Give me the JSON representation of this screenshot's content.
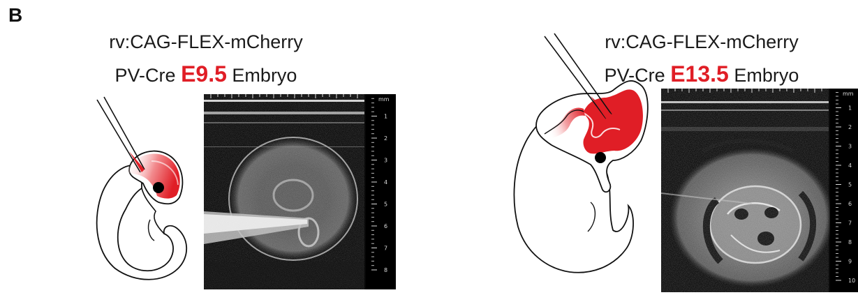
{
  "panel_label": "B",
  "left": {
    "construct": "rv:CAG-FLEX-mCherry",
    "line_prefix": "PV-Cre",
    "stage": "E9.5",
    "line_suffix": "Embryo",
    "scale_unit": "mm",
    "depth_ticks": [
      "1",
      "2",
      "3",
      "4",
      "5",
      "6",
      "7",
      "8"
    ]
  },
  "right": {
    "construct": "rv:CAG-FLEX-mCherry",
    "line_prefix": "PV-Cre",
    "stage": "E13.5",
    "line_suffix": "Embryo",
    "scale_unit": "mm",
    "depth_ticks": [
      "1",
      "2",
      "3",
      "4",
      "5",
      "6",
      "7",
      "8",
      "9",
      "10"
    ]
  },
  "colors": {
    "injection_red": "#e01e26",
    "text": "#1a1a1a",
    "ultrasound_bg": "#060606"
  }
}
